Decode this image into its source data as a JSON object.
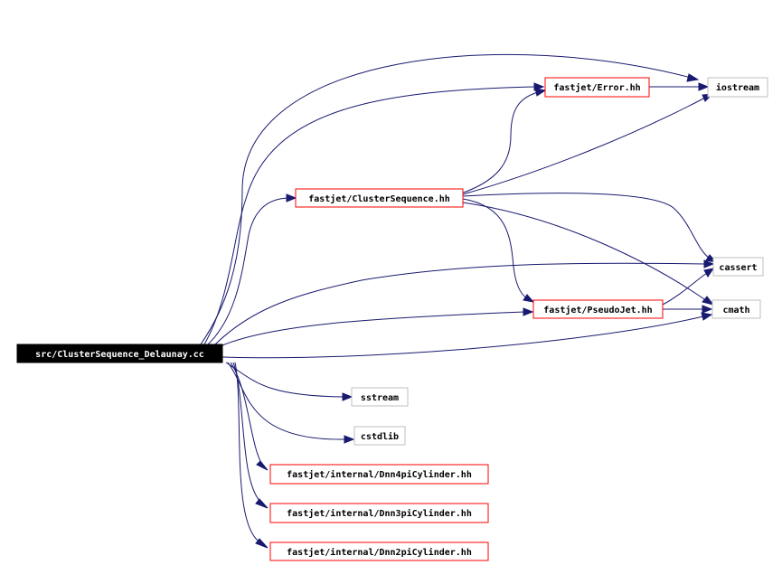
{
  "colors": {
    "edge": "#191970",
    "source_fill": "#000000",
    "source_text": "#ffffff",
    "documented_border": "#ff0000",
    "system_border": "#bfbfbf",
    "node_fill": "#ffffff",
    "node_text": "#000000"
  },
  "nodes": {
    "source": {
      "label": "src/ClusterSequence_Delaunay.cc",
      "kind": "source"
    },
    "error": {
      "label": "fastjet/Error.hh",
      "kind": "documented"
    },
    "iostream": {
      "label": "iostream",
      "kind": "system"
    },
    "clusterseq": {
      "label": "fastjet/ClusterSequence.hh",
      "kind": "documented"
    },
    "cassert": {
      "label": "cassert",
      "kind": "system"
    },
    "pseudojet": {
      "label": "fastjet/PseudoJet.hh",
      "kind": "documented"
    },
    "cmath": {
      "label": "cmath",
      "kind": "system"
    },
    "sstream": {
      "label": "sstream",
      "kind": "system"
    },
    "cstdlib": {
      "label": "cstdlib",
      "kind": "system"
    },
    "dnn4": {
      "label": "fastjet/internal/Dnn4piCylinder.hh",
      "kind": "documented"
    },
    "dnn3": {
      "label": "fastjet/internal/Dnn3piCylinder.hh",
      "kind": "documented"
    },
    "dnn2": {
      "label": "fastjet/internal/Dnn2piCylinder.hh",
      "kind": "documented"
    }
  },
  "edges": [
    {
      "from": "source",
      "to": "iostream"
    },
    {
      "from": "source",
      "to": "error"
    },
    {
      "from": "source",
      "to": "clusterseq"
    },
    {
      "from": "source",
      "to": "cassert"
    },
    {
      "from": "source",
      "to": "pseudojet"
    },
    {
      "from": "source",
      "to": "cmath"
    },
    {
      "from": "source",
      "to": "sstream"
    },
    {
      "from": "source",
      "to": "cstdlib"
    },
    {
      "from": "source",
      "to": "dnn4"
    },
    {
      "from": "source",
      "to": "dnn3"
    },
    {
      "from": "source",
      "to": "dnn2"
    },
    {
      "from": "error",
      "to": "iostream"
    },
    {
      "from": "clusterseq",
      "to": "error"
    },
    {
      "from": "clusterseq",
      "to": "iostream"
    },
    {
      "from": "clusterseq",
      "to": "cassert"
    },
    {
      "from": "clusterseq",
      "to": "pseudojet"
    },
    {
      "from": "clusterseq",
      "to": "cmath"
    },
    {
      "from": "pseudojet",
      "to": "cassert"
    },
    {
      "from": "pseudojet",
      "to": "cmath"
    }
  ]
}
